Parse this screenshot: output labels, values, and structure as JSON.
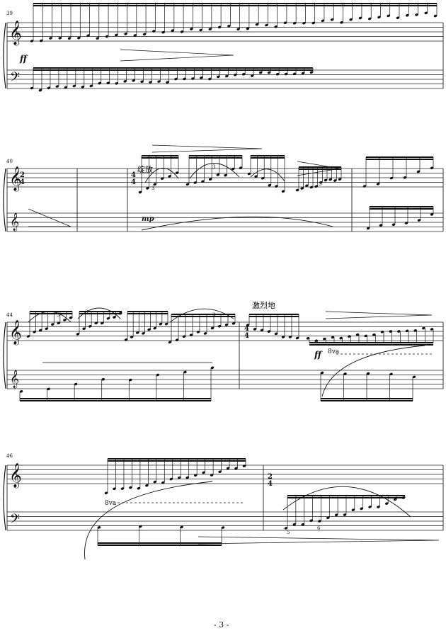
{
  "page": {
    "number": "- 3 -"
  },
  "systems": [
    {
      "measure_start": "39",
      "dynamics": [
        "ff"
      ],
      "texts": []
    },
    {
      "measure_start": "40",
      "dynamics": [
        "mp"
      ],
      "texts": [
        "绽放"
      ]
    },
    {
      "measure_start": "44",
      "dynamics": [
        "ff"
      ],
      "texts": [
        "激烈地",
        "8va"
      ]
    },
    {
      "measure_start": "46",
      "dynamics": [],
      "texts": [
        "8va"
      ]
    }
  ],
  "time_signatures": {
    "two_four": "2",
    "four_four": "4",
    "bottom": "4"
  },
  "tuplets": [
    "3",
    "5",
    "6"
  ],
  "colors": {
    "ink": "#111111",
    "paper": "#ffffff"
  }
}
